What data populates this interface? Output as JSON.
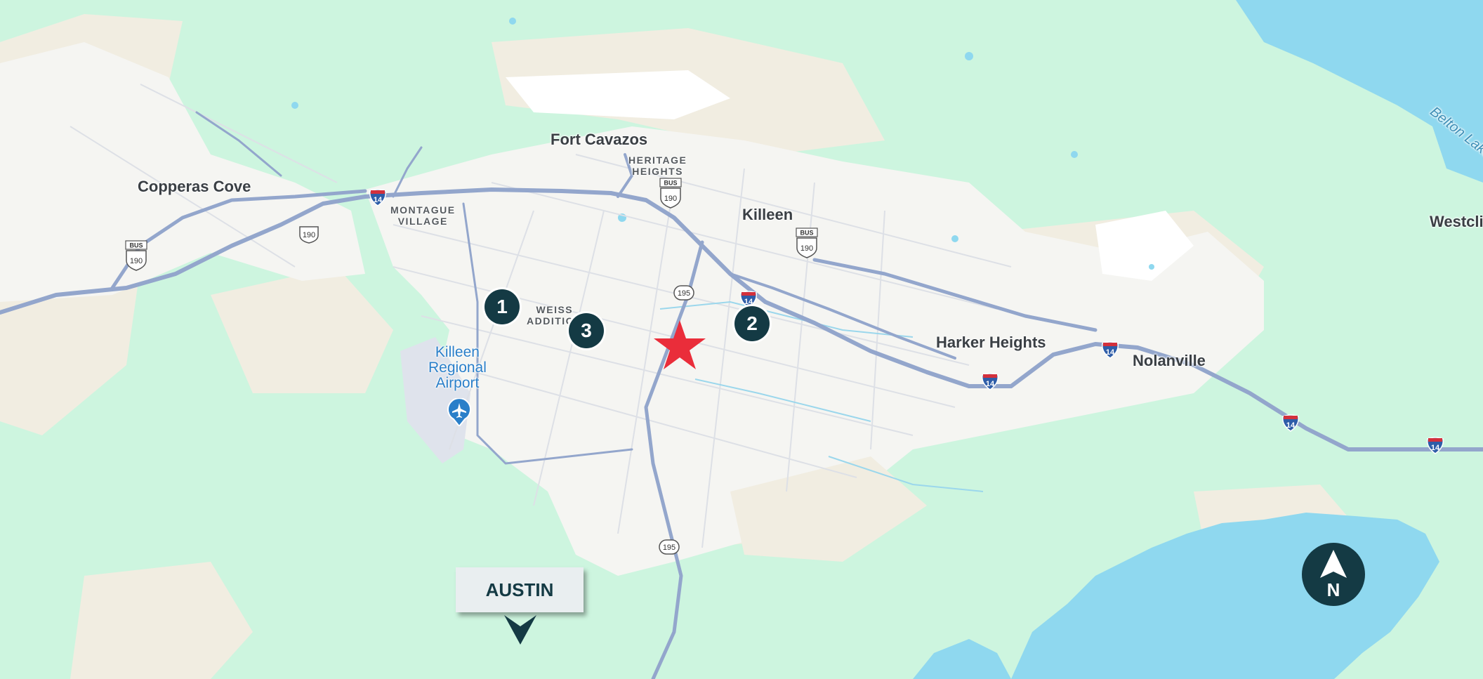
{
  "map": {
    "places": {
      "copperas_cove": "Copperas Cove",
      "fort_cavazos": "Fort Cavazos",
      "killeen": "Killeen",
      "harker_heights": "Harker Heights",
      "nolanville": "Nolanville",
      "westcliff": "Westclif",
      "montague_village": "MONTAGUE\nVILLAGE",
      "heritage_heights": "HERITAGE\nHEIGHTS",
      "weiss_addition": "WEISS\nADDITION",
      "airport": "Killeen\nRegional\nAirport",
      "belton_lake": "Belton Lake"
    },
    "shields": {
      "interstate": "14",
      "us": "190",
      "state": "195",
      "bus": "BUS"
    },
    "markers": [
      "1",
      "2",
      "3"
    ],
    "direction_label": "AUSTIN",
    "north_label": "N",
    "icons": {
      "star": "star-icon",
      "airport": "airplane-icon",
      "north": "north-arrow-icon"
    },
    "colors": {
      "land": "#f5f5f2",
      "park": "#cdf5df",
      "tan": "#f1ede1",
      "water": "#8fd8ef",
      "highway": "#93a6cc",
      "marker": "#143a44",
      "star": "#ea2d3a",
      "interstate_red": "#d3303c",
      "interstate_blue": "#2e5da8"
    }
  }
}
